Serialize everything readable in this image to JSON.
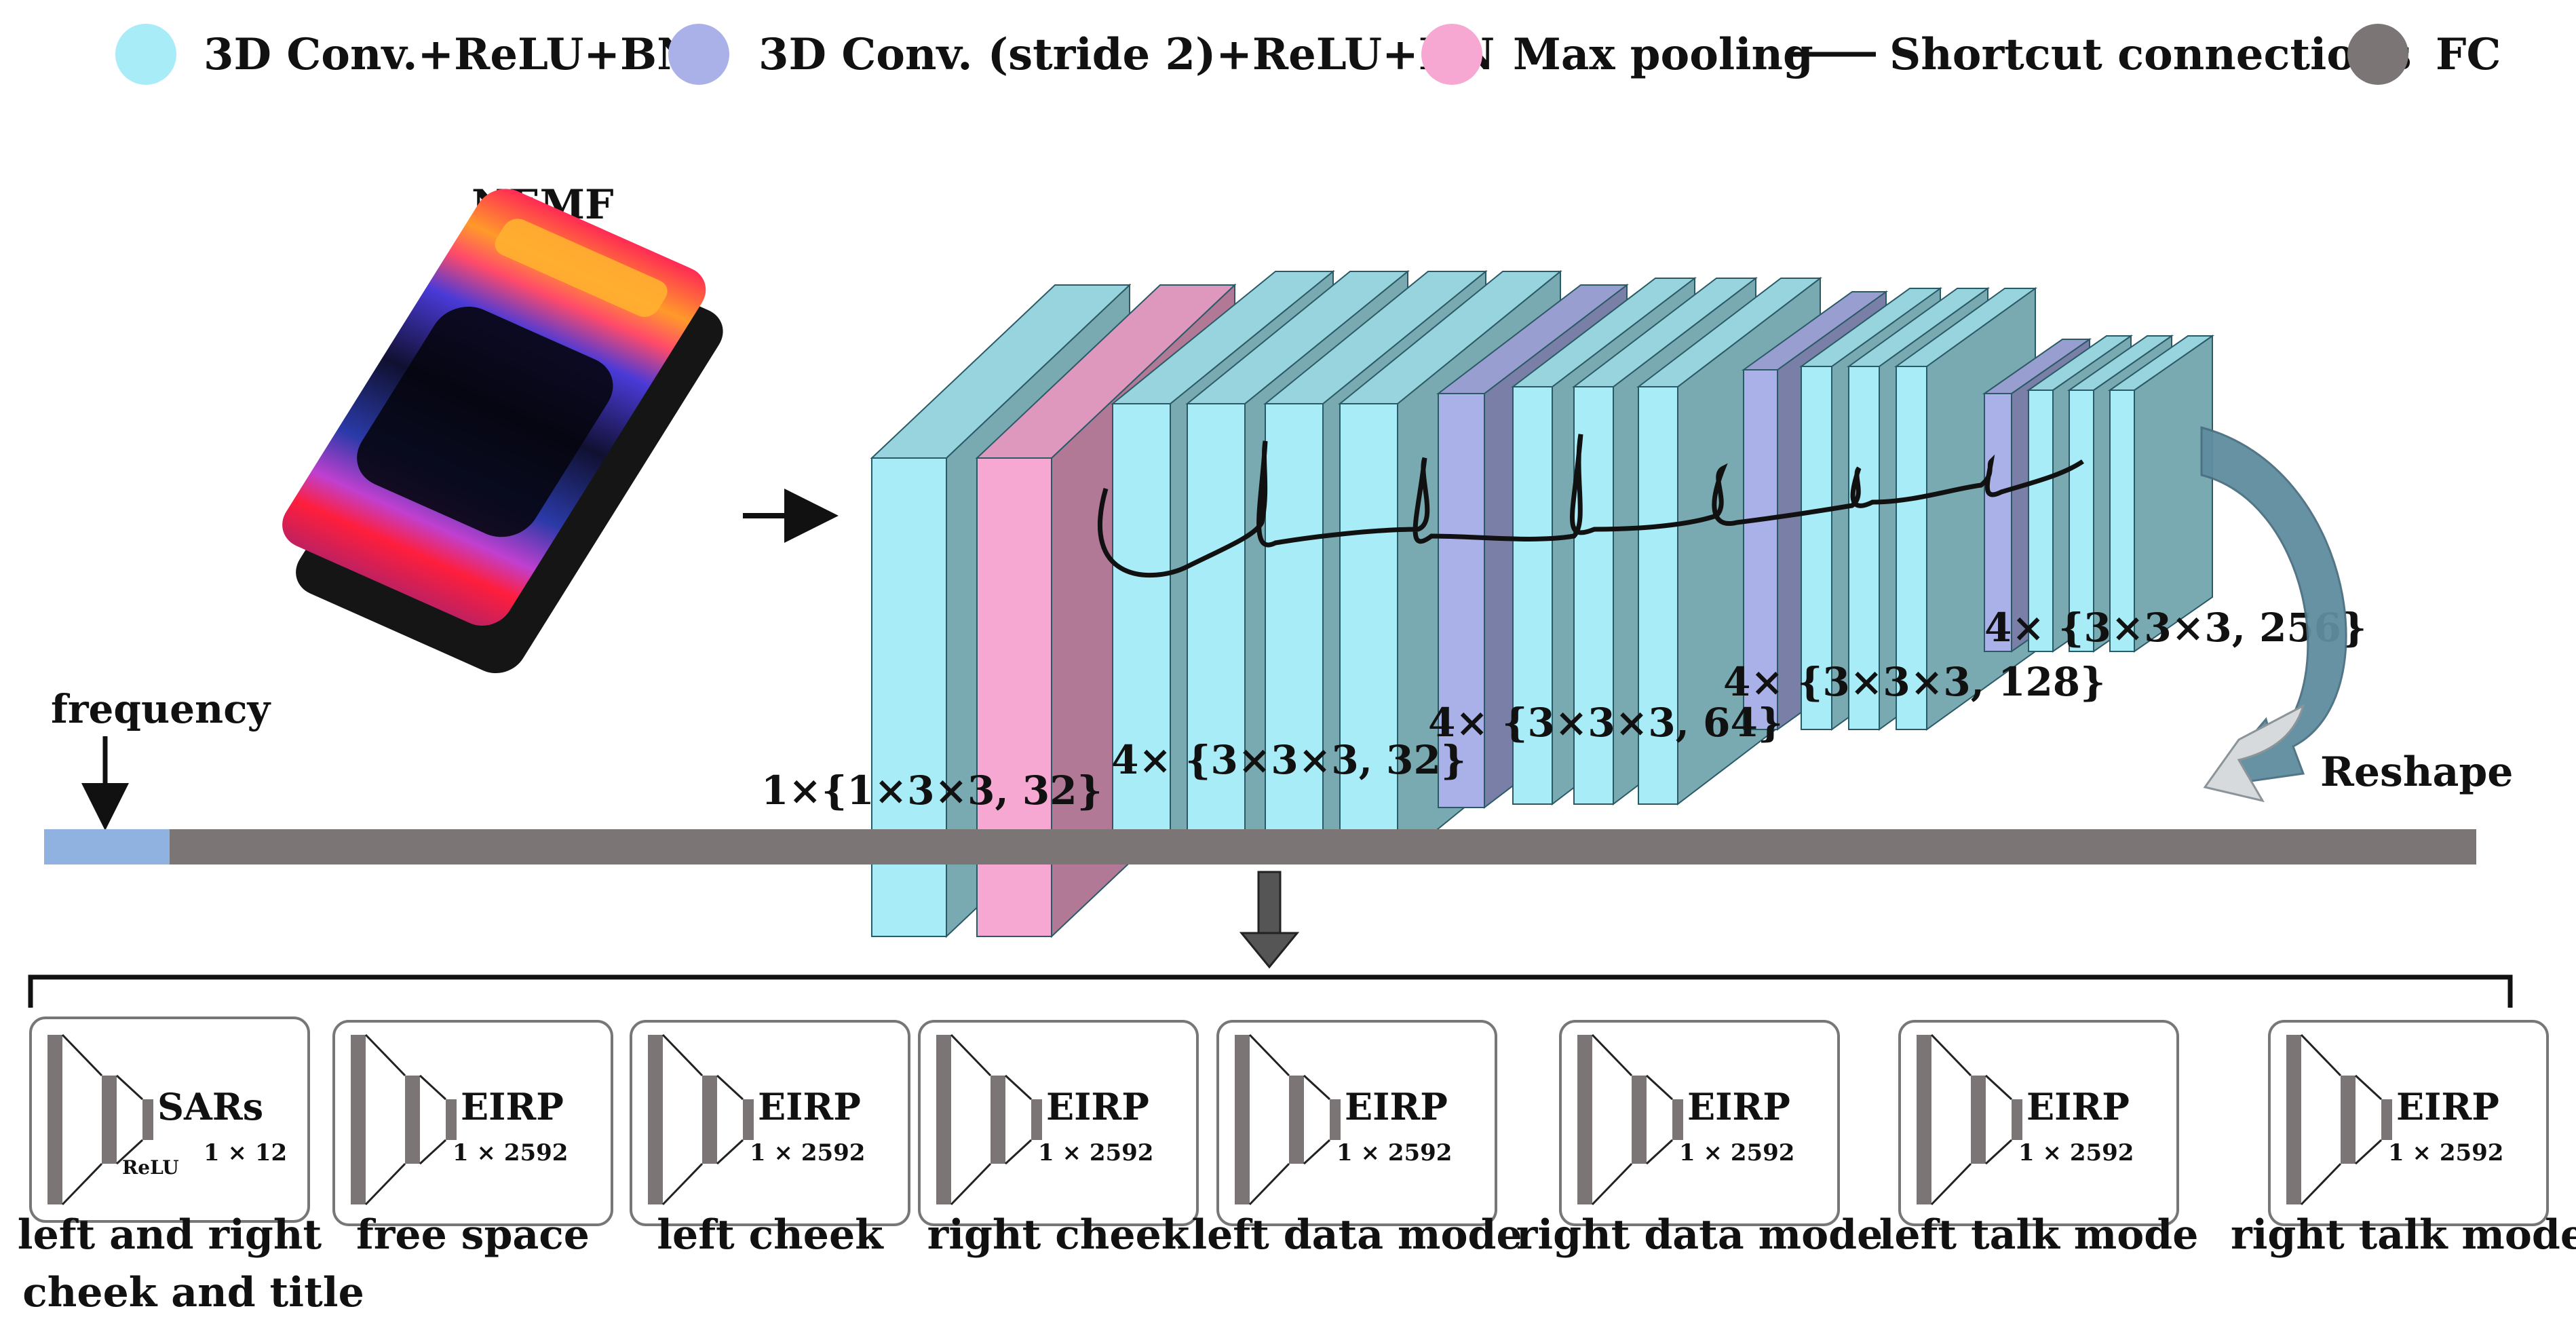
{
  "legend": {
    "conv": "3D Conv.+ReLU+BN",
    "conv_stride": "3D Conv. (stride 2)+ReLU+BN",
    "maxpool": "Max pooling",
    "shortcut": "Shortcut connections",
    "fc": "FC"
  },
  "input": {
    "label": "NEMF"
  },
  "stages": {
    "s1": "1×{1×3×3, 32}",
    "s2": "4× {3×3×3, 32}",
    "s3": "4× {3×3×3, 64}",
    "s4": "4× {3×3×3, 128}",
    "s5": "4× {3×3×3, 256}"
  },
  "reshape": "Reshape",
  "frequency": "frequency",
  "heads": [
    {
      "out": "SARs",
      "dim": "1 × 12",
      "act": "ReLU",
      "caption": "left and right",
      "caption2": "cheek and title"
    },
    {
      "out": "EIRP",
      "dim": "1 × 2592",
      "caption": "free space"
    },
    {
      "out": "EIRP",
      "dim": "1 × 2592",
      "caption": "left cheek"
    },
    {
      "out": "EIRP",
      "dim": "1 × 2592",
      "caption": "right cheek"
    },
    {
      "out": "EIRP",
      "dim": "1 × 2592",
      "caption": "left data mode"
    },
    {
      "out": "EIRP",
      "dim": "1 × 2592",
      "caption": "right data mode"
    },
    {
      "out": "EIRP",
      "dim": "1 × 2592",
      "caption": "left talk mode"
    },
    {
      "out": "EIRP",
      "dim": "1 × 2592",
      "caption": "right talk mode"
    }
  ],
  "colors": {
    "conv": "#a8ecf7",
    "conv_stride": "#aab0e8",
    "maxpool": "#f7a8d2",
    "fc": "#7b7675",
    "freq_bar": "#8fb2e0"
  }
}
